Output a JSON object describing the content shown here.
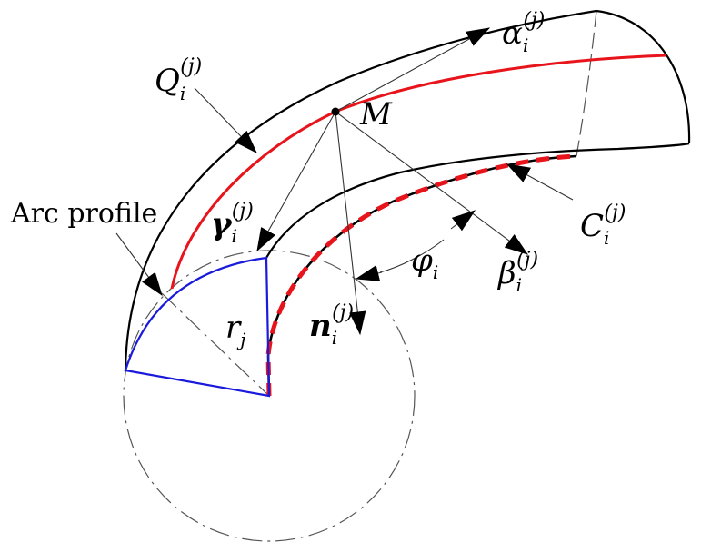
{
  "labels": {
    "arc_profile": "Arc profile",
    "Q": {
      "base": "Q",
      "sub": "i",
      "sup": "(j)"
    },
    "M": "M",
    "alpha": {
      "base": "α",
      "sub": "i",
      "sup": "(j)"
    },
    "beta": {
      "base": "β",
      "sub": "i",
      "sup": "(j)"
    },
    "gamma": {
      "base": "γ",
      "sub": "i",
      "sup": "(j)"
    },
    "n": {
      "base": "n",
      "sub": "i",
      "sup": "(j)"
    },
    "C": {
      "base": "C",
      "sub": "i",
      "sup": "(j)"
    },
    "phi": {
      "base": "φ",
      "sub": "i"
    },
    "r": {
      "base": "r",
      "sub": "j"
    }
  },
  "colors": {
    "outline": "#000000",
    "curve": "#e8141c",
    "profile": "#1a1adc",
    "construction": "#555555"
  }
}
